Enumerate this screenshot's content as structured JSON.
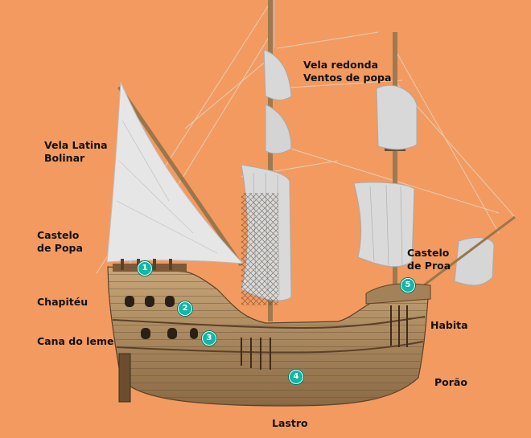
{
  "background_color": "#f39a61",
  "marker_color": "#12b7a4",
  "labels": {
    "vela_redonda": [
      "Vela redonda",
      "Ventos de popa"
    ],
    "vela_latina": [
      "Vela Latina",
      "Bolinar"
    ],
    "castelo_popa": [
      "Castelo",
      "de Popa"
    ],
    "castelo_proa": [
      "Castelo",
      "de Proa"
    ],
    "chapiteu": "Chapitéu",
    "cana_leme": "Cana do leme",
    "habita": "Habita",
    "porao": "Porão",
    "lastro": "Lastro"
  },
  "markers": [
    "1",
    "2",
    "3",
    "4",
    "5"
  ]
}
